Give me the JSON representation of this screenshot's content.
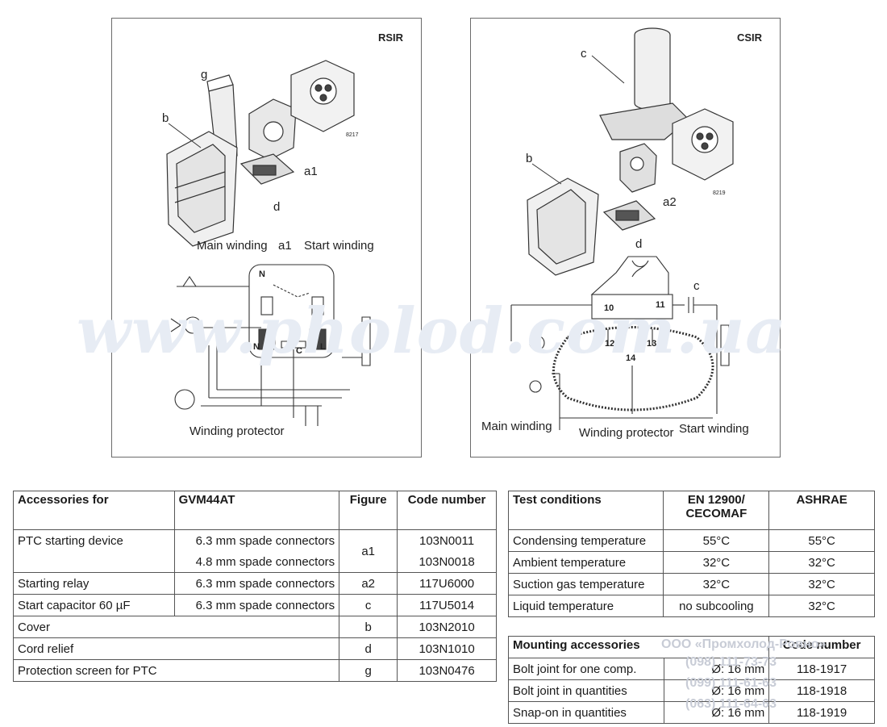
{
  "left_figure": {
    "title": "RSIR",
    "parts": {
      "g": "g",
      "b": "b",
      "a1": "a1",
      "d": "d",
      "code": "8217"
    },
    "diagram_labels": {
      "main_winding": "Main winding",
      "a1": "a1",
      "start_winding": "Start winding",
      "winding_protector": "Winding protector",
      "terminal_n_top": "N",
      "terminal_n": "N",
      "terminal_c": "C",
      "terminal_l": "L"
    }
  },
  "right_figure": {
    "title": "CSIR",
    "parts": {
      "c": "c",
      "b": "b",
      "a2": "a2",
      "d": "d",
      "code": "8219"
    },
    "diagram_labels": {
      "c": "c",
      "t10": "10",
      "t11": "11",
      "t12": "12",
      "t13": "13",
      "t14": "14",
      "main_winding": "Main winding",
      "winding_protector": "Winding protector",
      "start_winding": "Start winding"
    }
  },
  "watermark": "www.pholod.com.ua",
  "seller_overlay": [
    "ООО «Промхолод-Ровно»",
    "(098) 111-73-73",
    "(099) 111-61-63",
    "(063) 111-64-63"
  ],
  "accessories_table": {
    "header": {
      "col1": "Accessories for",
      "model": "GVM44AT",
      "col2": "Figure",
      "col3": "Code number"
    },
    "rows": [
      {
        "name": "PTC starting device",
        "spec": "6.3 mm spade connectors",
        "figure": "a1",
        "code": "103N0011"
      },
      {
        "name": "",
        "spec": "4.8 mm spade connectors",
        "figure": "",
        "code": "103N0018"
      },
      {
        "name": "Starting relay",
        "spec": "6.3 mm spade connectors",
        "figure": "a2",
        "code": "117U6000"
      },
      {
        "name": "Start capacitor 60 µF",
        "spec": "6.3 mm spade connectors",
        "figure": "c",
        "code": "117U5014"
      },
      {
        "name": "Cover",
        "spec": "",
        "figure": "b",
        "code": "103N2010"
      },
      {
        "name": "Cord relief",
        "spec": "",
        "figure": "d",
        "code": "103N1010"
      },
      {
        "name": "Protection screen for PTC",
        "spec": "",
        "figure": "g",
        "code": "103N0476"
      }
    ]
  },
  "test_table": {
    "header": {
      "col1": "Test conditions",
      "col2a": "EN 12900/",
      "col2b": "CECOMAF",
      "col3": "ASHRAE"
    },
    "rows": [
      {
        "name": "Condensing temperature",
        "en": "55°C",
        "ashrae": "55°C"
      },
      {
        "name": "Ambient temperature",
        "en": "32°C",
        "ashrae": "32°C"
      },
      {
        "name": "Suction gas temperature",
        "en": "32°C",
        "ashrae": "32°C"
      },
      {
        "name": "Liquid temperature",
        "en": "no subcooling",
        "ashrae": "32°C"
      }
    ]
  },
  "mounting_table": {
    "header": {
      "col1": "Mounting accessories",
      "col2": "Code number"
    },
    "rows": [
      {
        "name": "Bolt joint for one comp.",
        "size": "Ø: 16 mm",
        "code": "118-1917"
      },
      {
        "name": "Bolt joint in quantities",
        "size": "Ø: 16 mm",
        "code": "118-1918"
      },
      {
        "name": "Snap-on in quantities",
        "size": "Ø: 16 mm",
        "code": "118-1919"
      }
    ]
  }
}
